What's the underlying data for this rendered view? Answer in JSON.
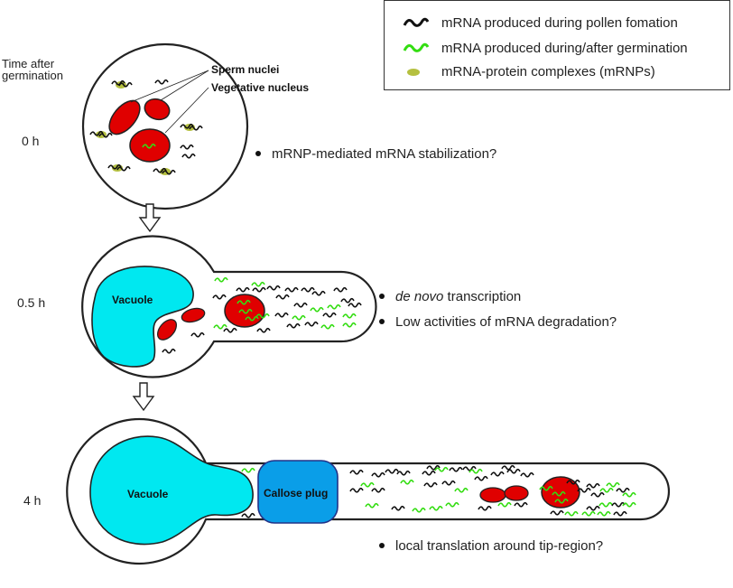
{
  "legend": {
    "items": [
      {
        "icon": "black-wave-icon",
        "color": "#111111",
        "label": "mRNA produced during pollen fomation"
      },
      {
        "icon": "green-wave-icon",
        "color": "#33dd11",
        "label": "mRNA produced during/after germination"
      },
      {
        "icon": "mrnp-ellipse-icon",
        "color": "#b5c040",
        "label": "mRNA-protein complexes (mRNPs)"
      }
    ]
  },
  "time_axis": {
    "title_line1": "Time after",
    "title_line2": "germination"
  },
  "stages": [
    {
      "time": "0 h",
      "labels": {
        "sperm": "Sperm nuclei",
        "vegetative": "Vegetative nucleus"
      },
      "bullets": [
        {
          "text": "mRNP-mediated mRNA stabilization?"
        }
      ]
    },
    {
      "time": "0.5 h",
      "labels": {
        "vacuole": "Vacuole"
      },
      "bullets": [
        {
          "italic": "de novo",
          "text": " transcription"
        },
        {
          "text": "Low activities of mRNA degradation?"
        }
      ]
    },
    {
      "time": "4 h",
      "labels": {
        "vacuole": "Vacuole",
        "plug": "Callose plug"
      },
      "bullets": [
        {
          "text": "local translation around tip-region?"
        }
      ]
    }
  ],
  "colors": {
    "nucleus": "#e00000",
    "vacuole": "#00e8f0",
    "callose": "#0a9ee8",
    "mrna_old": "#111111",
    "mrna_new": "#33dd11",
    "mrnp": "#b5c040"
  }
}
